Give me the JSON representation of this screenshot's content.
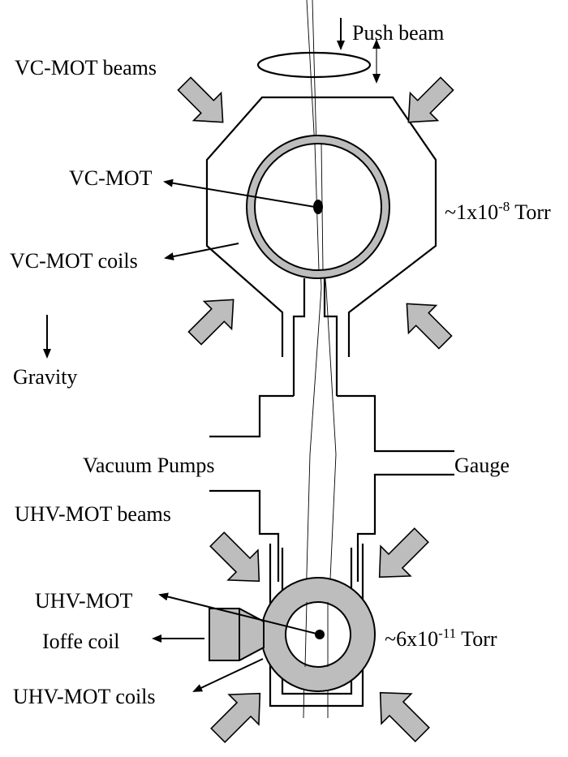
{
  "labels": {
    "push_beam": "Push beam",
    "vc_mot_beams": "VC-MOT beams",
    "vc_mot": "VC-MOT",
    "vc_mot_coils": "VC-MOT coils",
    "vc_pressure_prefix": "~1x10",
    "vc_pressure_exp": "-8",
    "vc_pressure_unit": " Torr",
    "gravity": "Gravity",
    "vacuum_pumps": "Vacuum Pumps",
    "gauge": "Gauge",
    "uhv_mot_beams": "UHV-MOT beams",
    "uhv_mot": "UHV-MOT",
    "ioffe_coil": "Ioffe coil",
    "uhv_pressure_prefix": "~6x10",
    "uhv_pressure_exp": "-11",
    "uhv_pressure_unit": " Torr",
    "uhv_mot_coils": "UHV-MOT coils"
  },
  "colors": {
    "line": "#000000",
    "fill_grey": "#bdbdbd",
    "background": "#ffffff"
  }
}
